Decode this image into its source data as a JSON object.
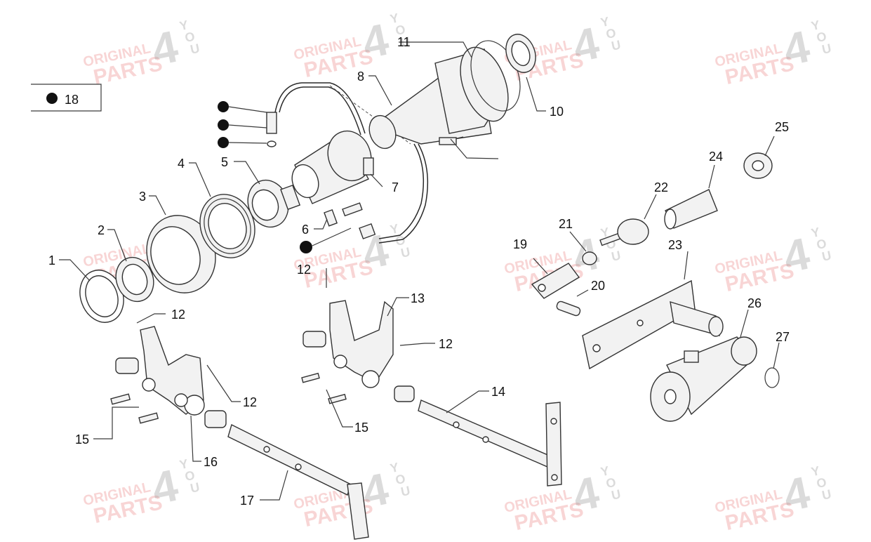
{
  "watermark": {
    "line1": "ORIGINAL",
    "line2": "PARTS",
    "digit": "4",
    "small": [
      "Y",
      "O",
      "U"
    ],
    "color": "#e86a6a"
  },
  "legend": {
    "number": "18",
    "symbol": "filled-circle-icon"
  },
  "callouts": [
    {
      "id": "1",
      "label": "1"
    },
    {
      "id": "2",
      "label": "2"
    },
    {
      "id": "3",
      "label": "3"
    },
    {
      "id": "4",
      "label": "4"
    },
    {
      "id": "5",
      "label": "5"
    },
    {
      "id": "6",
      "label": "6"
    },
    {
      "id": "7",
      "label": "7"
    },
    {
      "id": "8",
      "label": "8"
    },
    {
      "id": "10",
      "label": "10"
    },
    {
      "id": "11",
      "label": "11"
    },
    {
      "id": "12a",
      "label": "12"
    },
    {
      "id": "12b",
      "label": "12"
    },
    {
      "id": "12c",
      "label": "12"
    },
    {
      "id": "12d",
      "label": "12"
    },
    {
      "id": "13",
      "label": "13"
    },
    {
      "id": "14",
      "label": "14"
    },
    {
      "id": "15a",
      "label": "15"
    },
    {
      "id": "15b",
      "label": "15"
    },
    {
      "id": "16",
      "label": "16"
    },
    {
      "id": "17",
      "label": "17"
    },
    {
      "id": "19",
      "label": "19"
    },
    {
      "id": "20",
      "label": "20"
    },
    {
      "id": "21",
      "label": "21"
    },
    {
      "id": "22",
      "label": "22"
    },
    {
      "id": "23",
      "label": "23"
    },
    {
      "id": "24",
      "label": "24"
    },
    {
      "id": "25",
      "label": "25"
    },
    {
      "id": "26",
      "label": "26"
    },
    {
      "id": "27",
      "label": "27"
    }
  ]
}
